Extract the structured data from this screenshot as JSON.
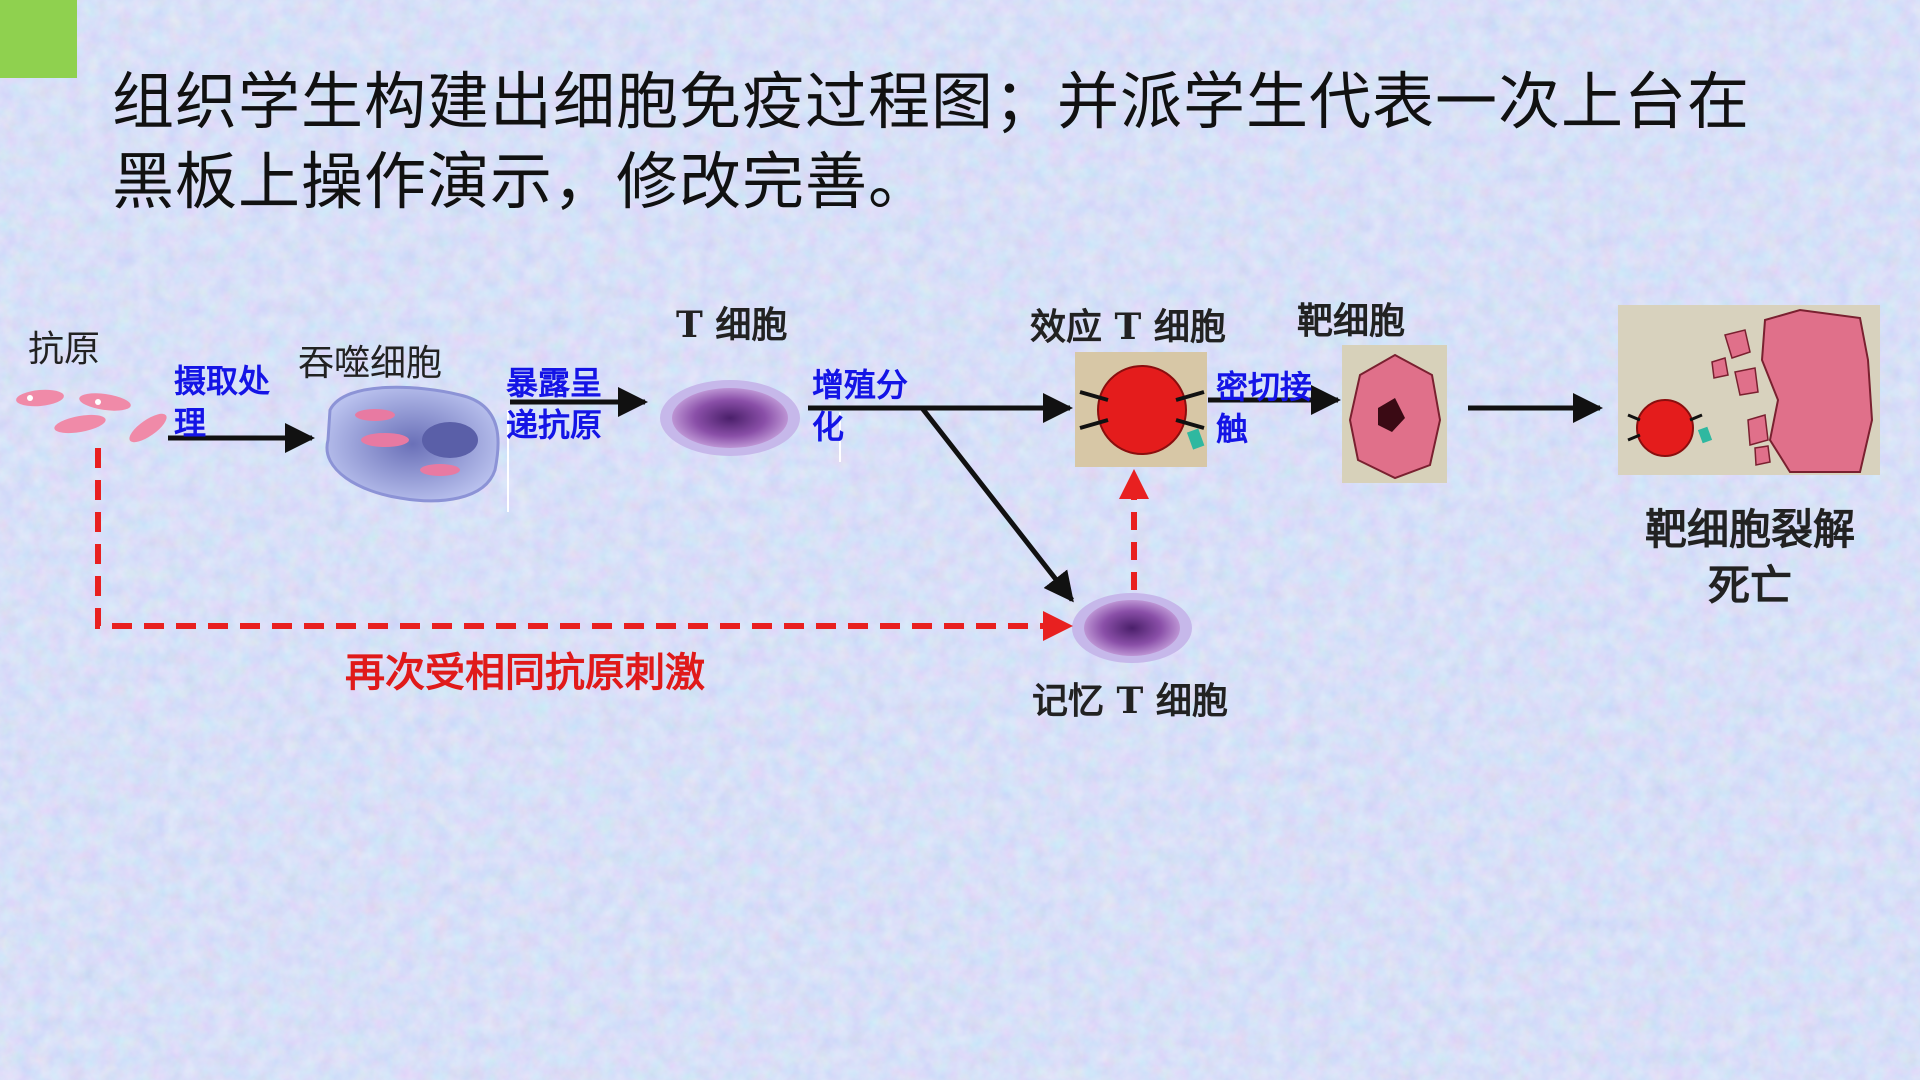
{
  "slide": {
    "title_line1": "组织学生构建出细胞免疫过程图；并派学生代表一次上台在",
    "title_line2": "黑板上操作演示，修改完善。"
  },
  "diagram": {
    "cells": {
      "antigen": "抗原",
      "phagocyte": "吞噬细胞",
      "t_cell": "T 细胞",
      "effector_t_cell": "效应 T 细胞",
      "target_cell": "靶细胞",
      "memory_t_cell": "记忆 T 细胞"
    },
    "steps": {
      "uptake_line1": "摄取处",
      "uptake_line2": "理",
      "present_line1": "暴露呈",
      "present_line2": "递抗原",
      "proliferate_line1": "增殖分",
      "proliferate_line2": "化",
      "contact_line1": "密切接",
      "contact_line2": "触"
    },
    "reexposure_note": "再次受相同抗原刺激",
    "result_line1": "靶细胞裂解",
    "result_line2": "死亡"
  },
  "colors": {
    "background": "#aebfea",
    "corner_accent": "#8fd14f",
    "step_text": "#1414e6",
    "dashed_arrow": "#e82020",
    "effector_cell": "#e41c1c",
    "target_cell": "#e0708a",
    "lymphocyte": "#7a3f95"
  }
}
